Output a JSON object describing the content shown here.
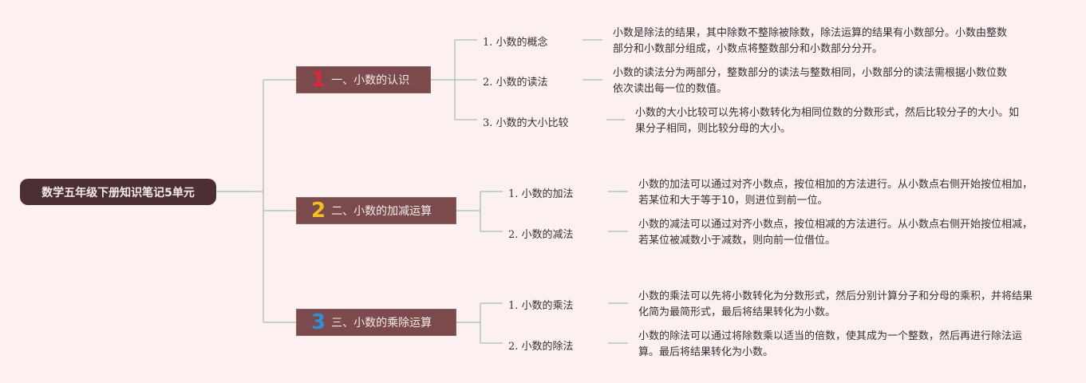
{
  "root": {
    "title": "数学五年级下册知识笔记5单元"
  },
  "colors": {
    "background": "#fdf0f0",
    "root_fill": "#4c2f33",
    "section_fill": "#7a4a4d",
    "line": "#9fbfb5",
    "num1": "#d9283a",
    "num2": "#f4c020",
    "num3": "#2e8fd6"
  },
  "sections": [
    {
      "num": "1",
      "title": "一、小数的认识",
      "items": [
        {
          "label": "1. 小数的概念",
          "desc": "小数是除法的结果，其中除数不整除被除数，除法运算的结果有小数部分。小数由整数部分和小数部分组成，小数点将整数部分和小数部分分开。"
        },
        {
          "label": "2. 小数的读法",
          "desc": "小数的读法分为两部分，整数部分的读法与整数相同，小数部分的读法需根据小数位数依次读出每一位的数值。"
        },
        {
          "label": "3. 小数的大小比较",
          "desc": "小数的大小比较可以先将小数转化为相同位数的分数形式，然后比较分子的大小。如果分子相同，则比较分母的大小。"
        }
      ]
    },
    {
      "num": "2",
      "title": "二、小数的加减运算",
      "items": [
        {
          "label": "1. 小数的加法",
          "desc": "小数的加法可以通过对齐小数点，按位相加的方法进行。从小数点右侧开始按位相加，若某位和大于等于10，则进位到前一位。"
        },
        {
          "label": "2. 小数的减法",
          "desc": "小数的减法可以通过对齐小数点，按位相减的方法进行。从小数点右侧开始按位相减，若某位被减数小于减数，则向前一位借位。"
        }
      ]
    },
    {
      "num": "3",
      "title": "三、小数的乘除运算",
      "items": [
        {
          "label": "1. 小数的乘法",
          "desc": "小数的乘法可以先将小数转化为分数形式，然后分别计算分子和分母的乘积，并将结果化简为最简形式，最后将结果转化为小数。"
        },
        {
          "label": "2. 小数的除法",
          "desc": "小数的除法可以通过将除数乘以适当的倍数，使其成为一个整数，然后再进行除法运算。最后将结果转化为小数。"
        }
      ]
    }
  ]
}
